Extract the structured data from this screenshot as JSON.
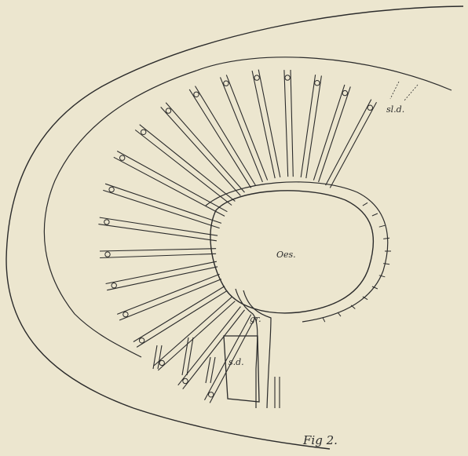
{
  "figure": {
    "caption": "Fig 2.",
    "labels": {
      "oes": "Oes.",
      "gr": "gr.",
      "sd": "s.d.",
      "sld": "sl.d."
    }
  },
  "colors": {
    "paper": "#ece6cf",
    "ink": "#2b2b2b"
  }
}
